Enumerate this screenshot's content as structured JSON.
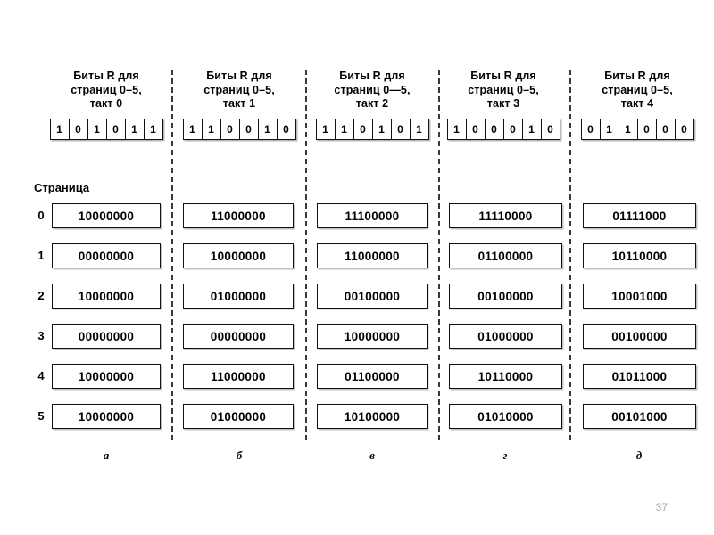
{
  "slide": {
    "page_label": "Страница",
    "page_number": "37",
    "bit_count": 6,
    "row_count": 6
  },
  "columns": [
    {
      "header": "Биты R для\nстраниц 0–5,\nтакт 0",
      "caption": "а",
      "r_bits": [
        "1",
        "0",
        "1",
        "0",
        "1",
        "1"
      ],
      "counters": [
        "10000000",
        "00000000",
        "10000000",
        "00000000",
        "10000000",
        "10000000"
      ]
    },
    {
      "header": "Биты R для\nстраниц 0–5,\nтакт 1",
      "caption": "б",
      "r_bits": [
        "1",
        "1",
        "0",
        "0",
        "1",
        "0"
      ],
      "counters": [
        "11000000",
        "10000000",
        "01000000",
        "00000000",
        "11000000",
        "01000000"
      ]
    },
    {
      "header": "Биты R для\nстраниц 0—5,\nтакт 2",
      "caption": "в",
      "r_bits": [
        "1",
        "1",
        "0",
        "1",
        "0",
        "1"
      ],
      "counters": [
        "11100000",
        "11000000",
        "00100000",
        "10000000",
        "01100000",
        "10100000"
      ]
    },
    {
      "header": "Биты R для\nстраниц 0–5,\nтакт 3",
      "caption": "г",
      "r_bits": [
        "1",
        "0",
        "0",
        "0",
        "1",
        "0"
      ],
      "counters": [
        "11110000",
        "01100000",
        "00100000",
        "01000000",
        "10110000",
        "01010000"
      ]
    },
    {
      "header": "Биты R для\nстраниц 0–5,\nтакт 4",
      "caption": "д",
      "r_bits": [
        "0",
        "1",
        "1",
        "0",
        "0",
        "0"
      ],
      "counters": [
        "01111000",
        "10110000",
        "10001000",
        "00100000",
        "01011000",
        "00101000"
      ]
    }
  ],
  "row_indices": [
    "0",
    "1",
    "2",
    "3",
    "4",
    "5"
  ],
  "colors": {
    "background": "#ffffff",
    "ink": "#000000",
    "separator": "#3a3a3a",
    "shadow": "#c2c2c2",
    "page_number": "#a6a6a6"
  }
}
